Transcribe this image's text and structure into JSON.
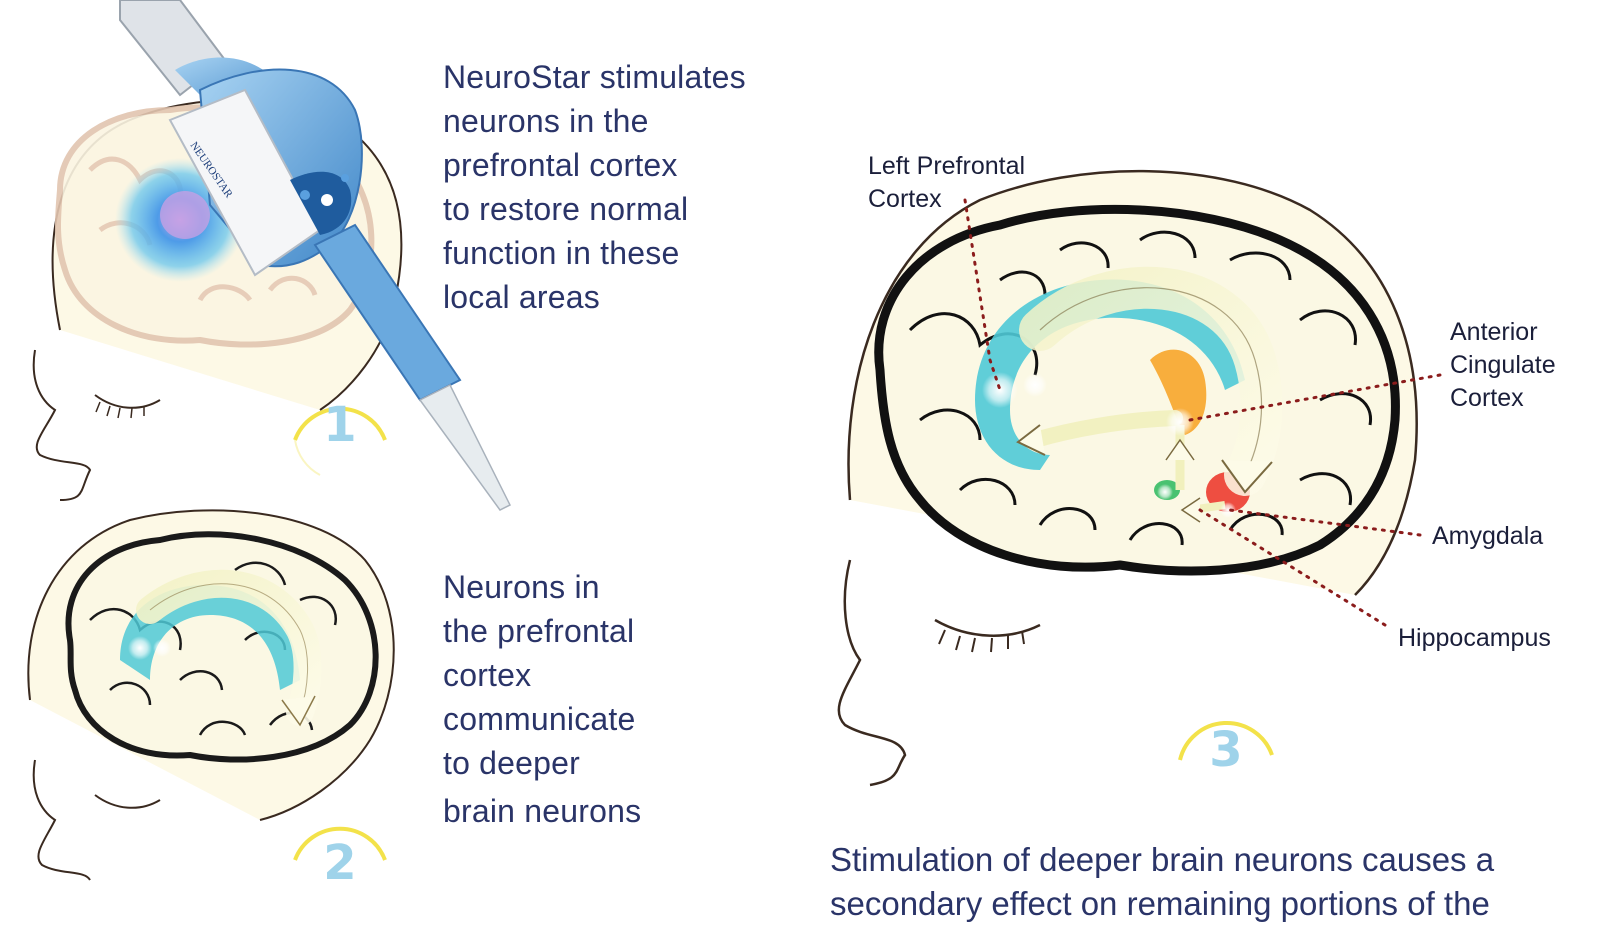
{
  "step1": {
    "number": "1",
    "device_brand": "NEUROSTAR",
    "caption_lines": [
      "NeuroStar stimulates",
      "neurons in the",
      "prefrontal cortex",
      "to restore normal",
      "function in these",
      "local areas"
    ]
  },
  "step2": {
    "number": "2",
    "caption_lines": [
      "Neurons in",
      "the prefrontal",
      "cortex",
      "communicate",
      "to deeper",
      "brain neurons"
    ]
  },
  "step3": {
    "number": "3",
    "labels": {
      "left_prefrontal": [
        "Left Prefrontal",
        "Cortex"
      ],
      "anterior_cingulate": [
        "Anterior",
        "Cingulate",
        "Cortex"
      ],
      "amygdala": "Amygdala",
      "hippocampus": "Hippocampus"
    },
    "caption_line1": "Stimulation of deeper brain neurons causes a",
    "caption_line2": "secondary effect on remaining portions of the"
  },
  "colors": {
    "caption_text": "#2a3468",
    "step_number": "#9fd3ea",
    "device_blue": "#6aa9de",
    "brain_fill": "#fbf8e4",
    "cortex_cyan": "#4fc9d6",
    "acc_orange": "#f7a52a",
    "amygdala_red": "#ec3b2f",
    "hippocampus_green": "#3fbf6a",
    "leader_dots": "#8b1c1c"
  }
}
